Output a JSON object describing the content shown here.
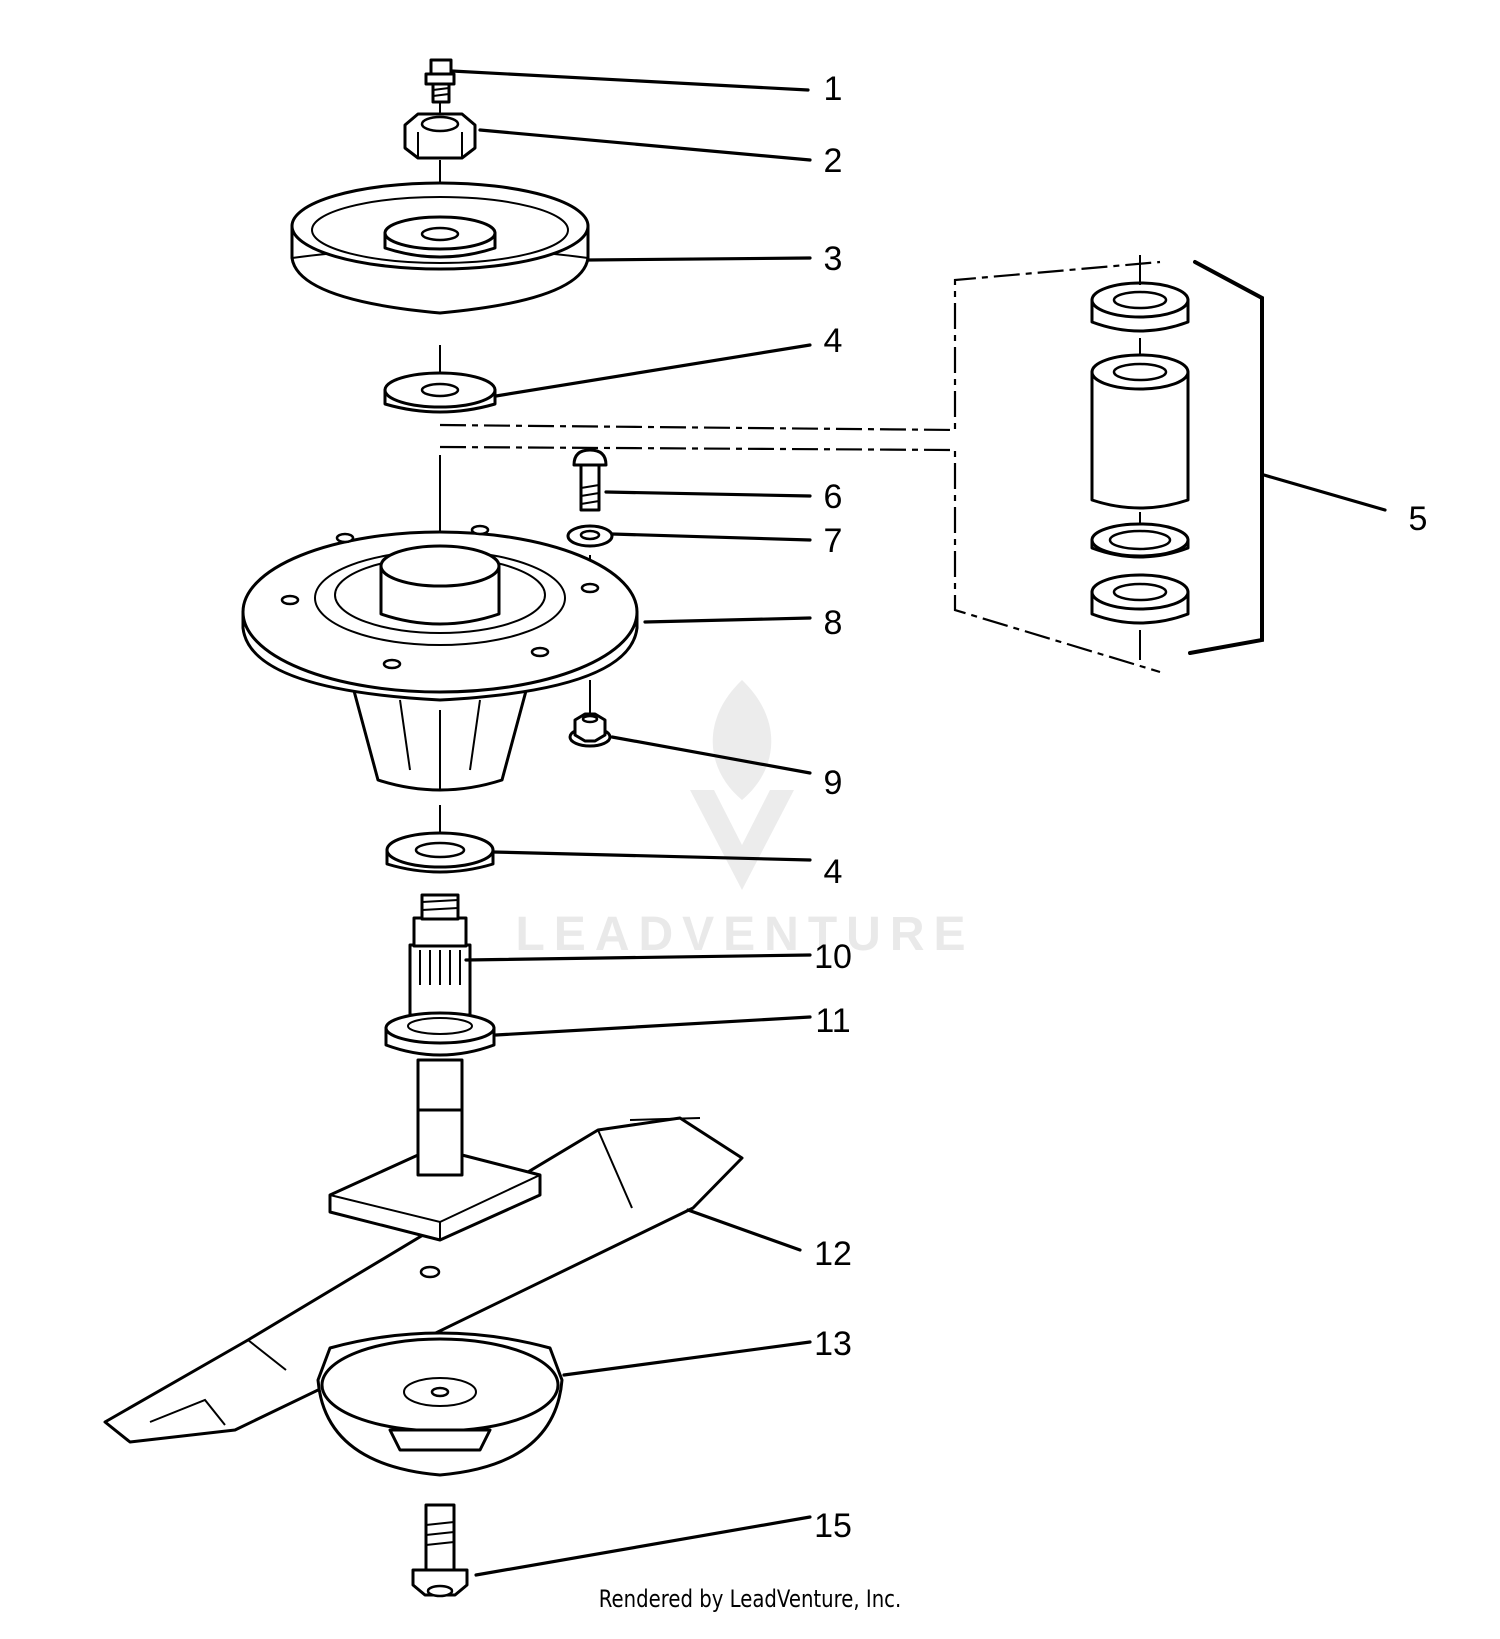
{
  "callouts": [
    "1",
    "2",
    "3",
    "4",
    "5",
    "6",
    "7",
    "8",
    "9",
    "4",
    "10",
    "11",
    "12",
    "13",
    "15"
  ],
  "watermark": {
    "text": "LEADVENTURE"
  },
  "footer": {
    "credit": "Rendered by LeadVenture, Inc."
  }
}
